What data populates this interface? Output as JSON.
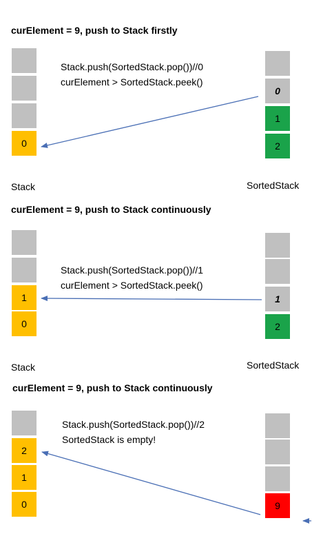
{
  "panel1": {
    "heading": "curElement = 9, push to Stack firstly",
    "code_line1": "Stack.push(SortedStack.pop())//0",
    "code_line2": "curElement > SortedStack.peek()",
    "stack_label": "Stack",
    "sorted_label": "SortedStack",
    "stack": [
      "",
      "",
      "",
      "0"
    ],
    "sorted": [
      "",
      "0",
      "1",
      "2"
    ]
  },
  "panel2": {
    "heading": "curElement = 9, push to Stack continuously",
    "code_line1": "Stack.push(SortedStack.pop())//1",
    "code_line2": "curElement > SortedStack.peek()",
    "stack_label": "Stack",
    "sorted_label": "SortedStack",
    "stack": [
      "",
      "",
      "1",
      "0"
    ],
    "sorted": [
      "",
      "",
      "1",
      "2"
    ]
  },
  "panel3": {
    "heading": "curElement = 9, push to Stack continuously",
    "code_line1": "Stack.push(SortedStack.pop())//2",
    "code_line2": "SortedStack is empty!",
    "stack": [
      "",
      "2",
      "1",
      "0"
    ],
    "sorted": [
      "",
      "",
      "",
      "9"
    ]
  },
  "colors": {
    "empty": "#c0c0c0",
    "stack_fill": "#ffbf00",
    "sorted_fill": "#1aa34a",
    "current_element": "#ff0000",
    "arrow": "#4a6fb5"
  }
}
